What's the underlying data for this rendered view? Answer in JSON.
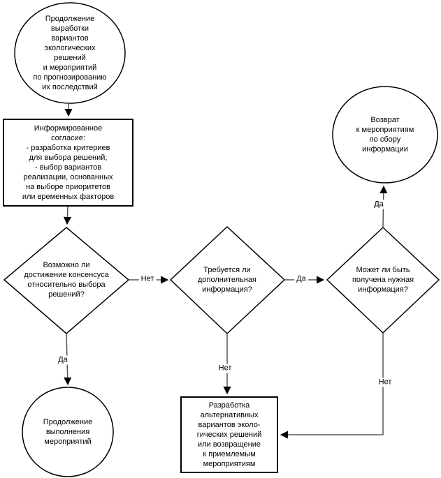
{
  "diagram": {
    "title": "flowchart-ecological-decision-process",
    "nodes": {
      "start": "Продолжение\nвыработки\nвариантов\nэкологических\nрешений\nи мероприятий\nпо прогнозированию\nих последствий",
      "informed_consent": "Информированное\nсогласие:\n- разработка критериев\nдля выбора решений;\n- выбор вариантов\nреализации, основанных\nна выборе приоритетов\nили временных факторов",
      "consensus_question": "Возможно ли\nдостижение консенсуса\nотносительно выбора\nрешений?",
      "more_info_question": "Требуется ли\nдополнительная\nинформация?",
      "info_obtainable_question": "Может ли быть\nполучена нужная\nинформация?",
      "return_info_collection": "Возврат\nк мероприятиям\nпо сбору\nинформации",
      "continue_execution": "Продолжение\nвыполнения\nмероприятий",
      "develop_alternatives": "Разработка\nальтернативных\nвариантов эколо-\nгических решений\nили возвращение\nк приемлемым\nмероприятиям"
    },
    "edge_labels": {
      "consensus_no": "Нет",
      "consensus_yes": "Да",
      "more_info_yes": "Да",
      "more_info_no": "Нет",
      "obtainable_yes": "Да",
      "obtainable_no": "Нет"
    },
    "colors": {
      "shape_border": "#000000",
      "connector": "#555555",
      "text": "#000000",
      "background": "#ffffff"
    }
  }
}
